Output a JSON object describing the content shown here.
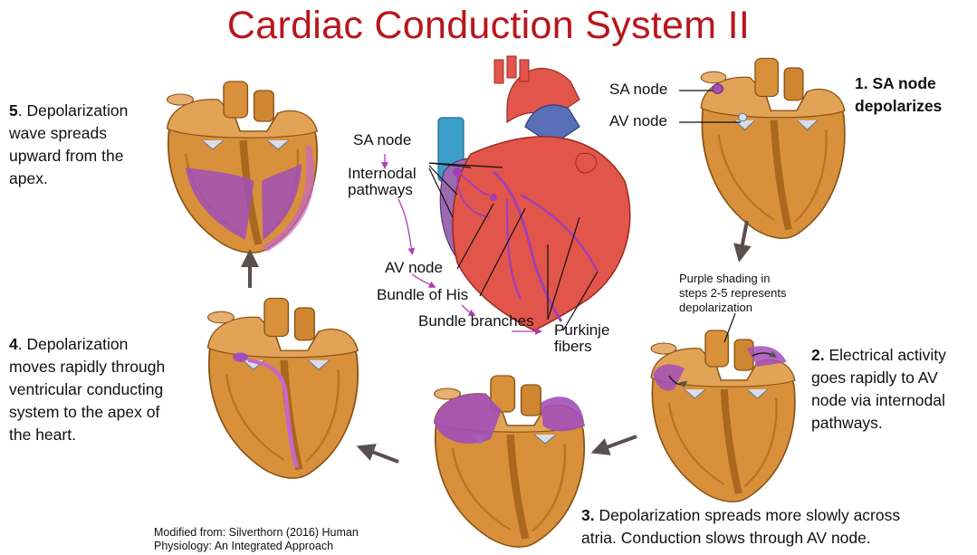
{
  "title": "Cardiac Conduction System II",
  "center_labels": {
    "sa_node": "SA node",
    "internodal_l1": "Internodal",
    "internodal_l2": "pathways",
    "av_node": "AV node",
    "bundle_his": "Bundle of His",
    "bundle_branches": "Bundle branches",
    "purkinje_l1": "Purkinje",
    "purkinje_l2": "fibers"
  },
  "step1": {
    "sa_label": "SA node",
    "av_label": "AV node",
    "text_l1": "1. SA node",
    "text_l2": "depolarizes"
  },
  "note": {
    "l1": "Purple shading in",
    "l2": "steps 2-5 represents",
    "l3": "depolarization"
  },
  "step2": {
    "num": "2.",
    "l1": "Electrical activity",
    "l2": "goes rapidly to AV",
    "l3": "node via internodal",
    "l4": "pathways."
  },
  "step3": {
    "num": "3.",
    "l1": "Depolarization spreads more slowly across",
    "l2": "atria. Conduction slows through AV node."
  },
  "step4": {
    "num": "4",
    "l1": ". Depolarization",
    "l2": "moves rapidly through",
    "l3": "ventricular conducting",
    "l4": "system to the apex of",
    "l5": "the heart."
  },
  "step5": {
    "num": "5",
    "l1": ". Depolarization",
    "l2": "wave spreads",
    "l3": "upward from the",
    "l4": "apex."
  },
  "credit": {
    "l1": "Modified from: Silverthorn (2016) Human",
    "l2": "Physiology: An Integrated Approach"
  },
  "colors": {
    "title": "#b8161c",
    "heart_tan": "#d8913a",
    "heart_dark": "#a9671f",
    "depolarized": "#a24fb8",
    "center_red": "#e2554a",
    "arrow": "#5a4f4f"
  }
}
